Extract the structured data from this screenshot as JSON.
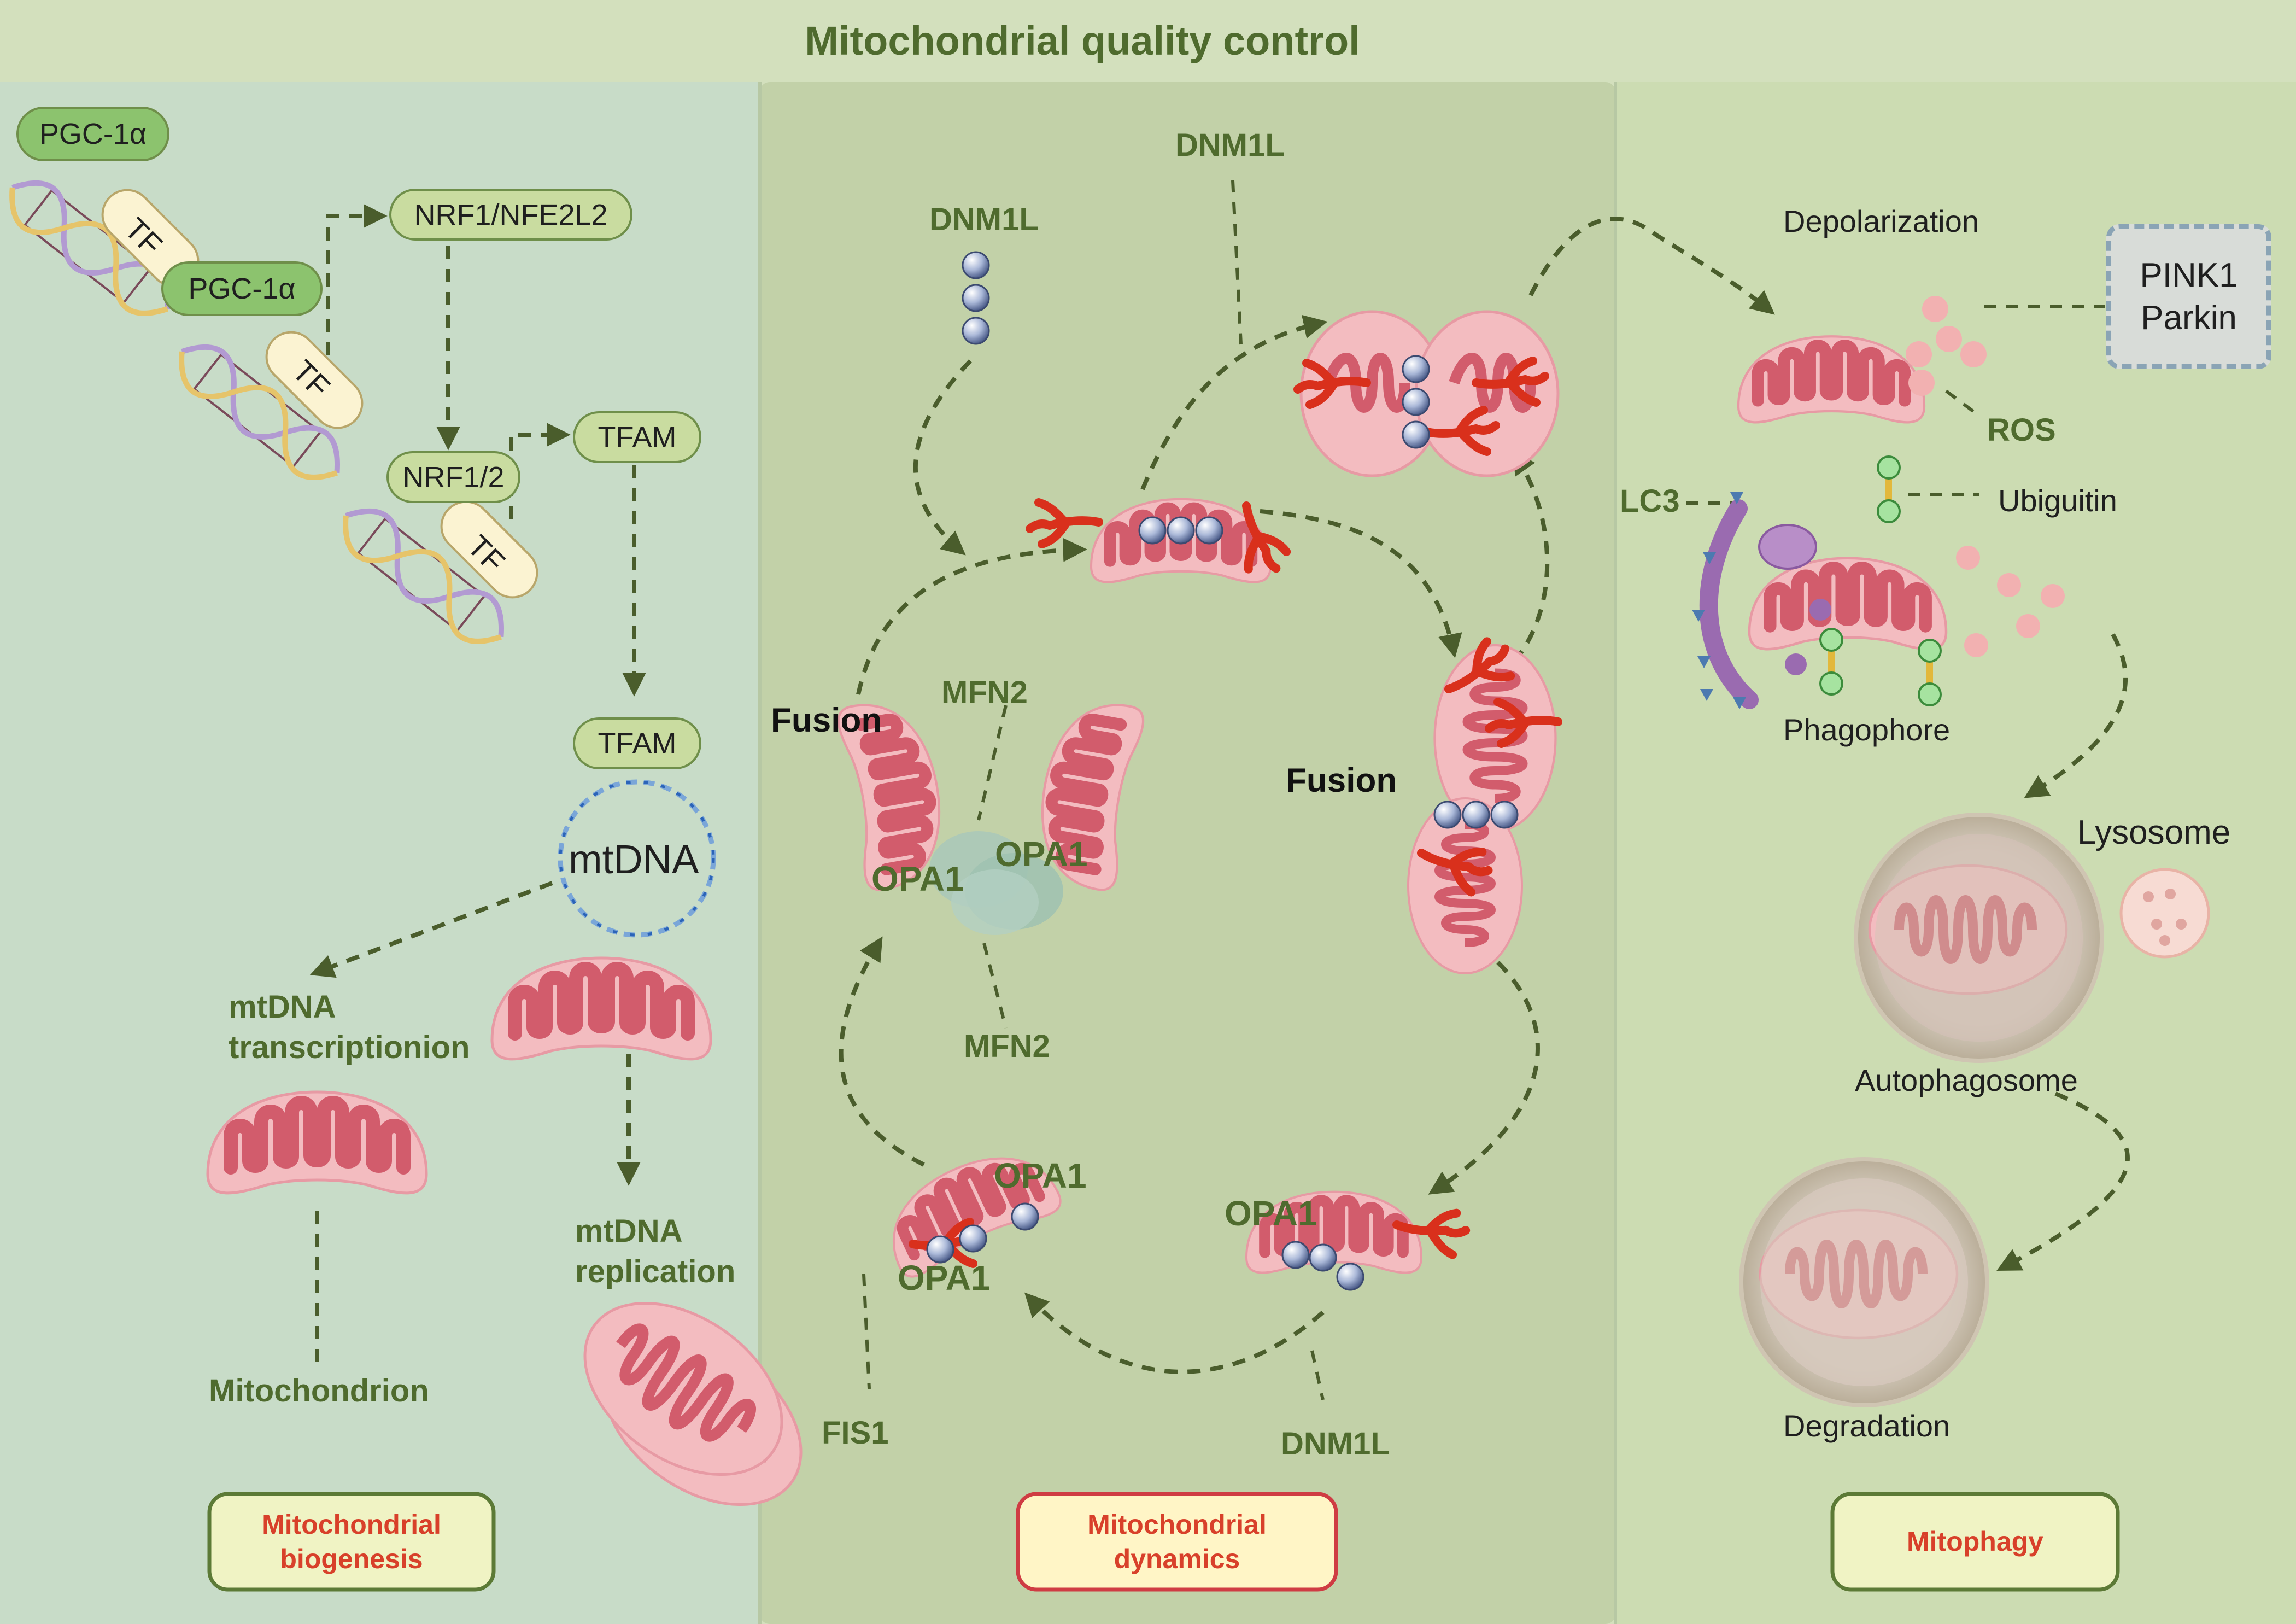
{
  "title": "Mitochondrial quality control",
  "biogenesis": {
    "pgc1a_top": "PGC-1α",
    "pgc1a_mid": "PGC-1α",
    "tf": "TF",
    "nrf1_nfe2l2": "NRF1/NFE2L2",
    "nrf12": "NRF1/2",
    "tfam_top": "TFAM",
    "tfam_mid": "TFAM",
    "mtdna": "mtDNA",
    "transcription": "mtDNA\ntranscriptionion",
    "replication": "mtDNA\nreplication",
    "mitochondrion": "Mitochondrion",
    "section": "Mitochondrial\nbiogenesis"
  },
  "dynamics": {
    "dnm1l_left": "DNM1L",
    "dnm1l_top": "DNM1L",
    "dnm1l_bottom": "DNM1L",
    "fusion_left": "Fusion",
    "fusion_right": "Fusion",
    "mfn2_top": "MFN2",
    "mfn2_bottom": "MFN2",
    "opa1_a": "OPA1",
    "opa1_b": "OPA1",
    "opa1_c": "OPA1",
    "opa1_d": "OPA1",
    "opa1_e": "OPA1",
    "fis1": "FIS1",
    "section": "Mitochondrial\ndynamics"
  },
  "mitophagy": {
    "depolarization": "Depolarization",
    "pink1": "PINK1",
    "parkin": "Parkin",
    "ros": "ROS",
    "lc3": "LC3",
    "ubiquitin": "Ubiguitin",
    "phagophore": "Phagophore",
    "lysosome": "Lysosome",
    "autophagosome": "Autophagosome",
    "degradation": "Degradation",
    "section": "Mitophagy"
  },
  "colors": {
    "header_bg": "#d3e0bd",
    "panel_left": "#c8dcc8",
    "panel_mid": "#c2d1a8",
    "panel_right": "#ccdcb2",
    "title_text": "#4f6b2e",
    "arrow": "#4a5d2c",
    "mito_fill": "#f3bcc0",
    "mito_cristae": "#d25c6c",
    "section_label": "#d8402a"
  }
}
